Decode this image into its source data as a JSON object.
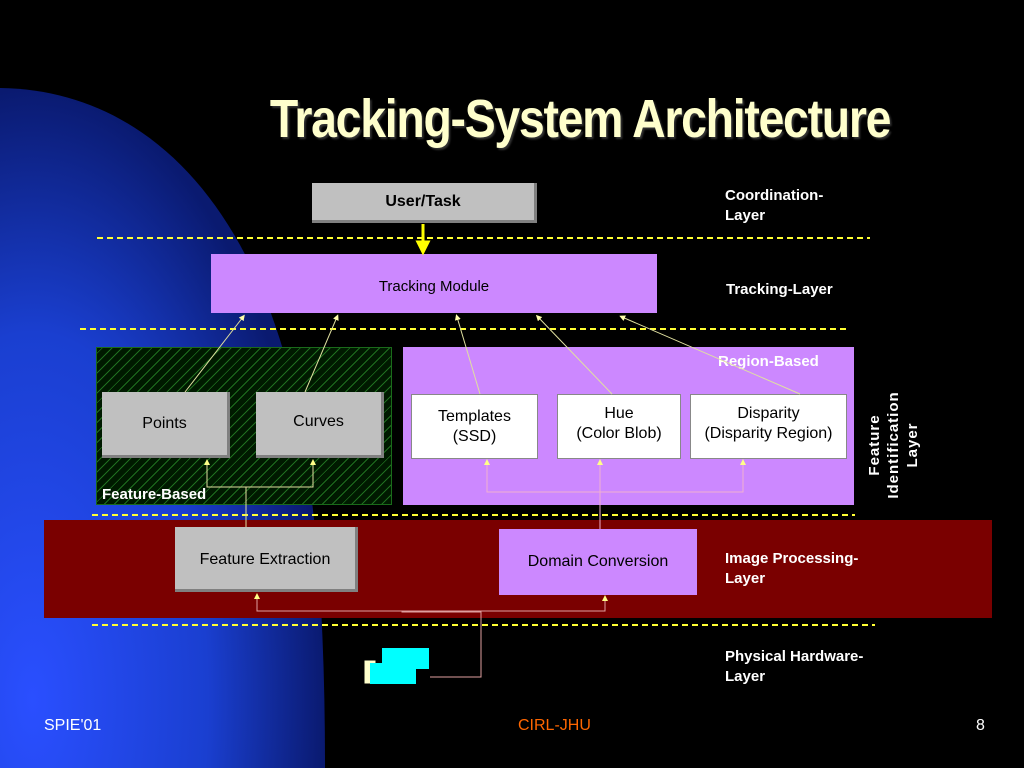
{
  "slide": {
    "title": "Tracking-System Architecture"
  },
  "colors": {
    "background": "#000000",
    "blob": "#1a3fd0",
    "title": "#ffffcc",
    "divider": "#ffff33",
    "gray_box": "#c0c0c0",
    "purple": "#cc88ff",
    "image_processing_band": "#7a0000",
    "hardware": "#00ffff",
    "footer_center": "#ff6600"
  },
  "boxes": {
    "user_task": "User/Task",
    "tracking_module": "Tracking Module",
    "points": "Points",
    "curves": "Curves",
    "templates_line1": "Templates",
    "templates_line2": "(SSD)",
    "hue_line1": "Hue",
    "hue_line2": "(Color Blob)",
    "disparity_line1": "Disparity",
    "disparity_line2": "(Disparity Region)",
    "feature_extraction": "Feature Extraction",
    "domain_conversion": "Domain Conversion"
  },
  "groups": {
    "region_based": "Region-Based",
    "feature_based": "Feature-Based"
  },
  "layers": {
    "coordination_line1": "Coordination-",
    "coordination_line2": "Layer",
    "tracking": "Tracking-Layer",
    "feature_id_line1": "Feature Identification",
    "feature_id_line2": "Layer",
    "image_processing_line1": "Image Processing-",
    "image_processing_line2": "Layer",
    "physical_hardware_line1": "Physical Hardware-",
    "physical_hardware_line2": "Layer"
  },
  "footer": {
    "left": "SPIE'01",
    "center": "CIRL-JHU",
    "right": "8"
  }
}
